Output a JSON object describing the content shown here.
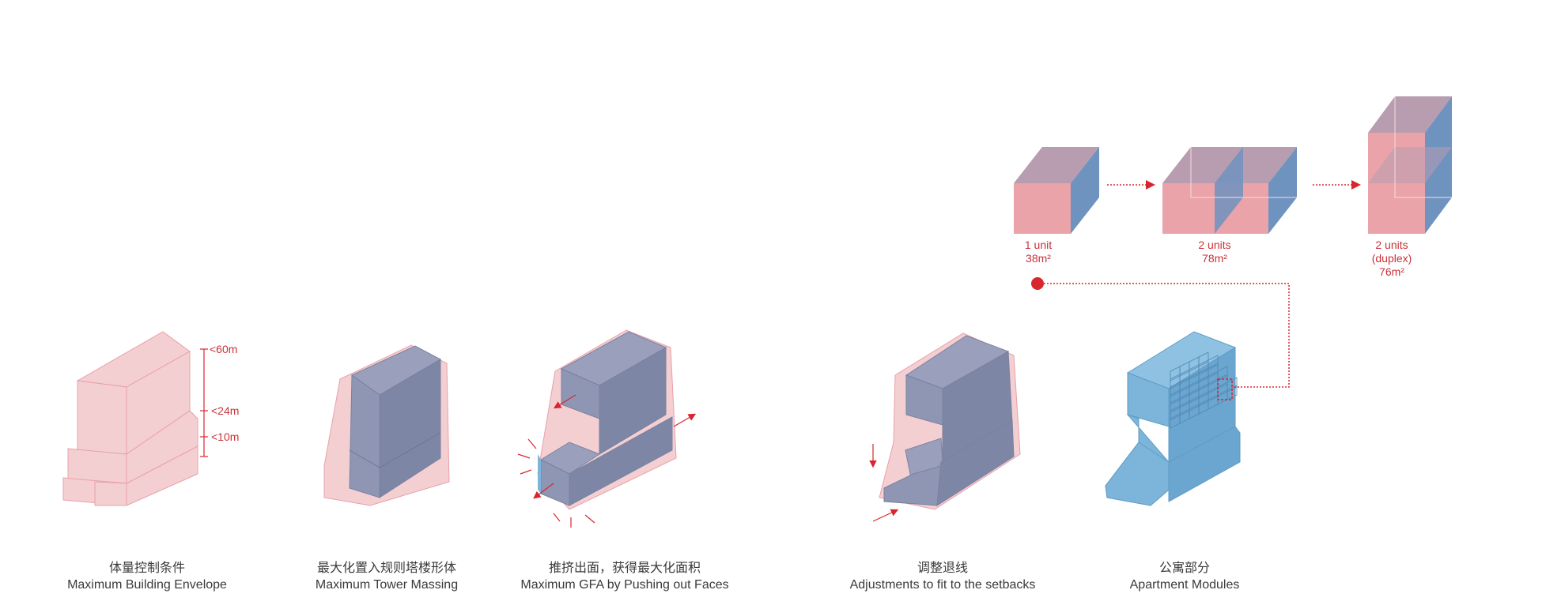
{
  "colors": {
    "envelope_fill": "#f3cfd2",
    "envelope_stroke": "#e8a0a8",
    "mass_front": "#8f96b3",
    "mass_side": "#7e86a5",
    "mass_top": "#9aa0bc",
    "module_front": "#7cb5d9",
    "module_side": "#6aa6cf",
    "module_top": "#8ec1e2",
    "unit_front": "#e9a3a9",
    "unit_top": "#b89cb0",
    "unit_side": "#6f93bf",
    "accent_red": "#d8262f"
  },
  "dimensions": {
    "top": "<60m",
    "mid": "<24m",
    "low": "<10m"
  },
  "units": [
    {
      "line1": "1 unit",
      "line2": "38m²",
      "line3": ""
    },
    {
      "line1": "2 units",
      "line2": "78m²",
      "line3": ""
    },
    {
      "line1": "2 units",
      "line2": "(duplex)",
      "line3": "76m²"
    }
  ],
  "steps": [
    {
      "zh": "体量控制条件",
      "en": "Maximum Building Envelope"
    },
    {
      "zh": "最大化置入规则塔楼形体",
      "en": "Maximum Tower Massing"
    },
    {
      "zh": "推挤出面，获得最大化面积",
      "en": "Maximum GFA by Pushing out Faces"
    },
    {
      "zh": "调整退线",
      "en": "Adjustments to fit to the setbacks"
    },
    {
      "zh": "公寓部分",
      "en": "Apartment Modules"
    }
  ]
}
